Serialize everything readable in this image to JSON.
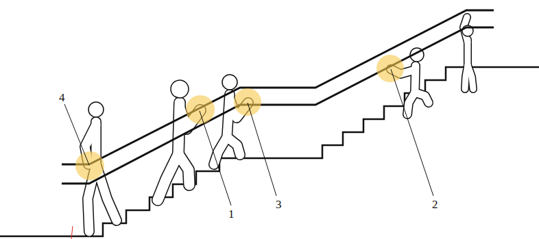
{
  "diagram": {
    "labels": [
      "4",
      "1",
      "3",
      "2"
    ]
  }
}
